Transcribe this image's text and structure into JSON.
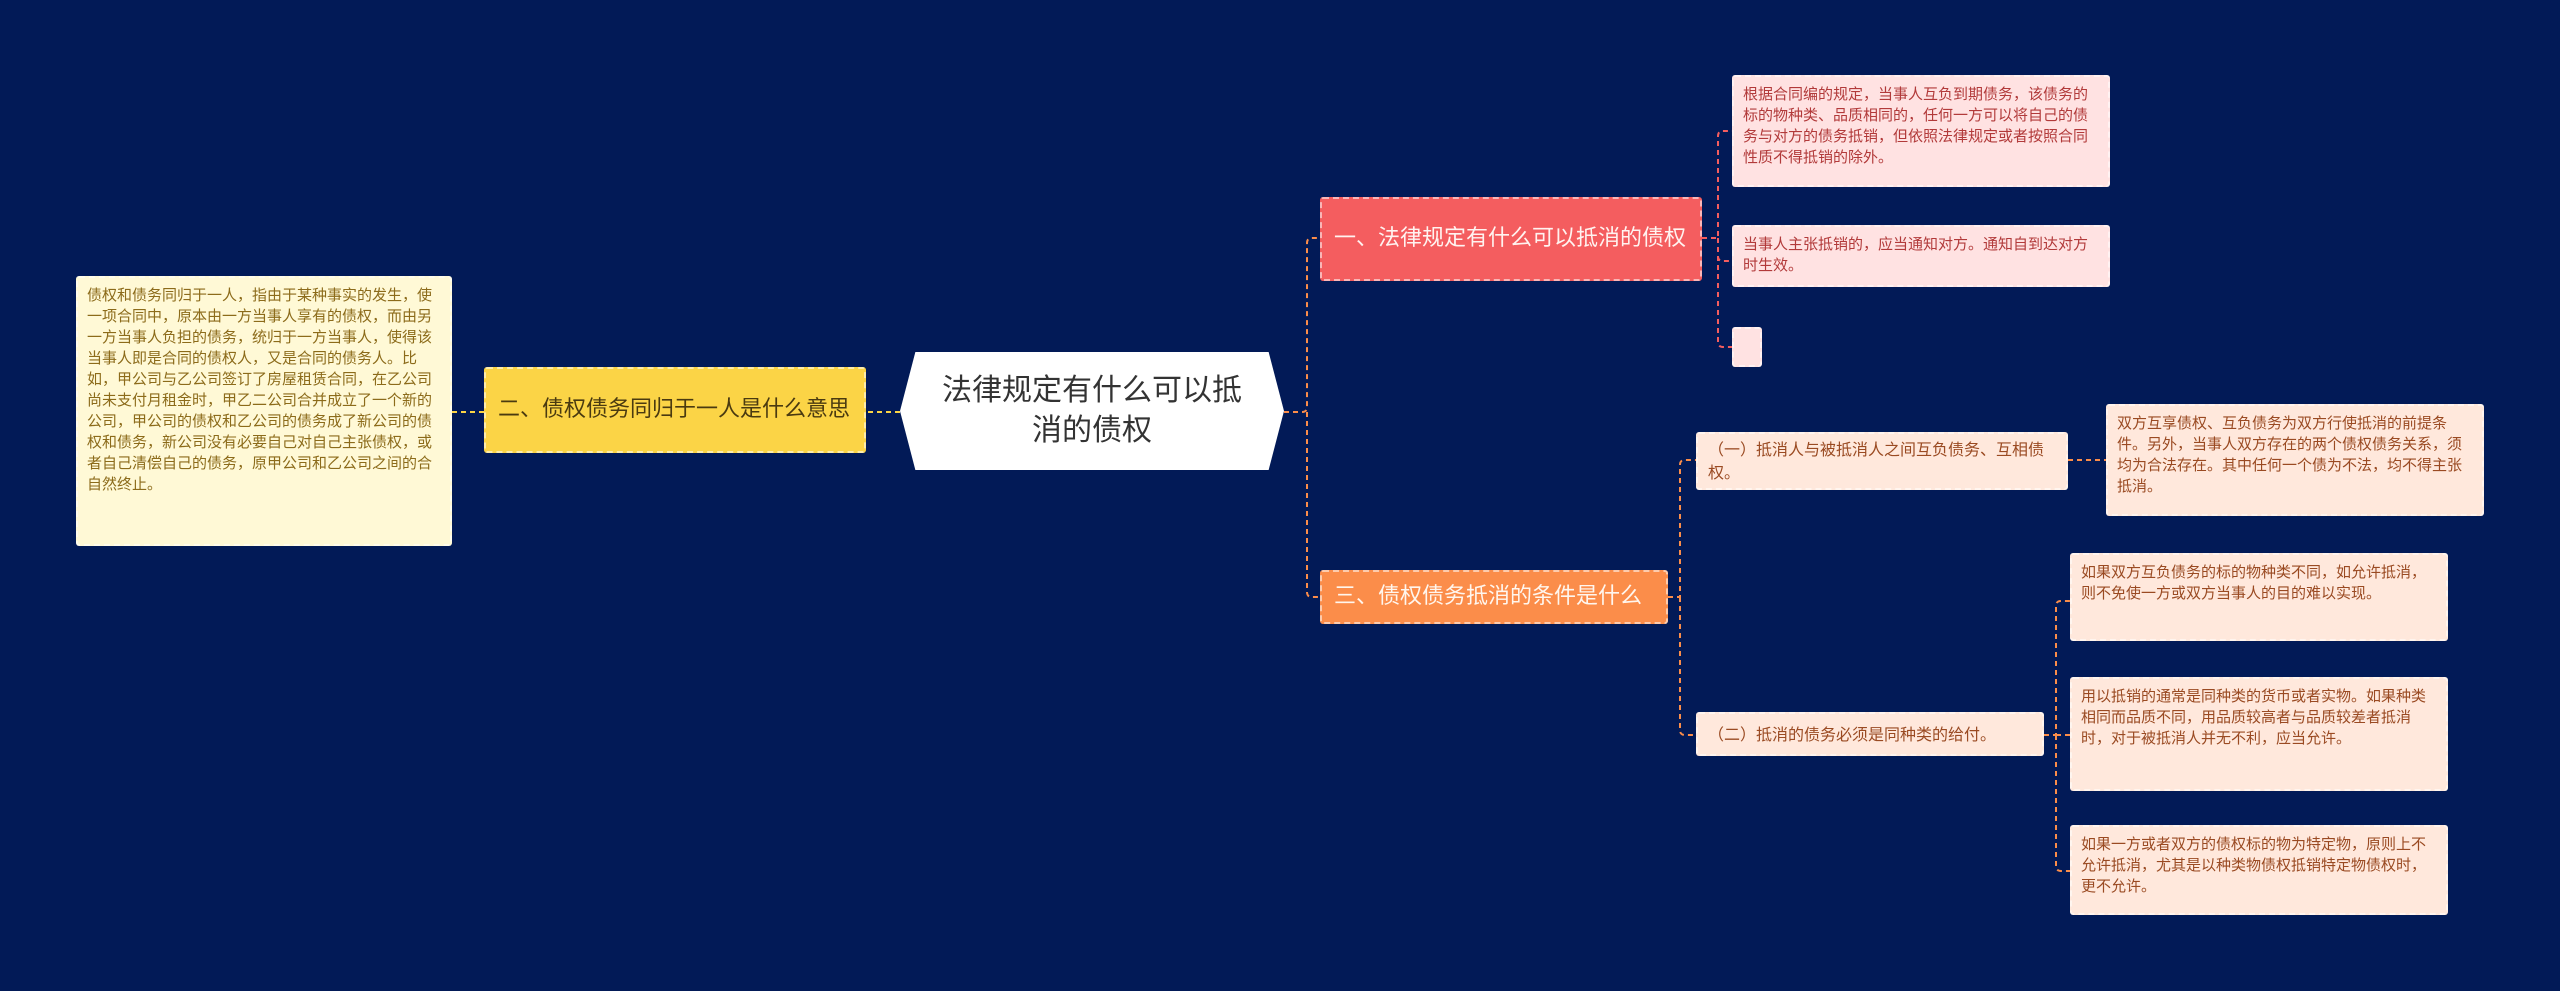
{
  "diagram": {
    "root": "法律规定有什么可以抵消的债权",
    "colors": {
      "background": "#021a57",
      "red": "#f45d5f",
      "orange": "#fb8d4a",
      "yellow": "#fbd446"
    },
    "branches": {
      "first": {
        "label": "一、法律规定有什么可以抵消的债权",
        "leaves": [
          "根据合同编的规定，当事人互负到期债务，该债务的标的物种类、品质相同的，任何一方可以将自己的债务与对方的债务抵销，但依照法律规定或者按照合同性质不得抵销的除外。",
          "当事人主张抵销的，应当通知对方。通知自到达对方时生效。",
          ""
        ]
      },
      "second": {
        "label": "二、债权债务同归于一人是什么意思",
        "leaf": "债权和债务同归于一人，指由于某种事实的发生，使一项合同中，原本由一方当事人享有的债权，而由另一方当事人负担的债务，统归于一方当事人，使得该当事人即是合同的债权人，又是合同的债务人。比如，甲公司与乙公司签订了房屋租赁合同，在乙公司尚未支付月租金时，甲乙二公司合并成立了一个新的公司，甲公司的债权和乙公司的债务成了新公司的债权和债务，新公司没有必要自己对自己主张债权，或者自己清偿自己的债务，原甲公司和乙公司之间的合自然终止。"
      },
      "third": {
        "label": "三、债权债务抵消的条件是什么",
        "subs": [
          {
            "label": "（一）抵消人与被抵消人之间互负债务、互相债权。",
            "leaves": [
              "双方互享债权、互负债务为双方行使抵消的前提条件。另外，当事人双方存在的两个债权债务关系，须均为合法存在。其中任何一个债为不法，均不得主张抵消。"
            ]
          },
          {
            "label": "（二）抵消的债务必须是同种类的给付。",
            "leaves": [
              "如果双方互负债务的标的物种类不同，如允许抵消，则不免使一方或双方当事人的目的难以实现。",
              "用以抵销的通常是同种类的货币或者实物。如果种类相同而品质不同，用品质较高者与品质较差者抵消时，对于被抵消人并无不利，应当允许。",
              "如果一方或者双方的债权标的物为特定物，原则上不允许抵消，尤其是以种类物债权抵销特定物债权时，更不允许。"
            ]
          }
        ]
      }
    }
  }
}
